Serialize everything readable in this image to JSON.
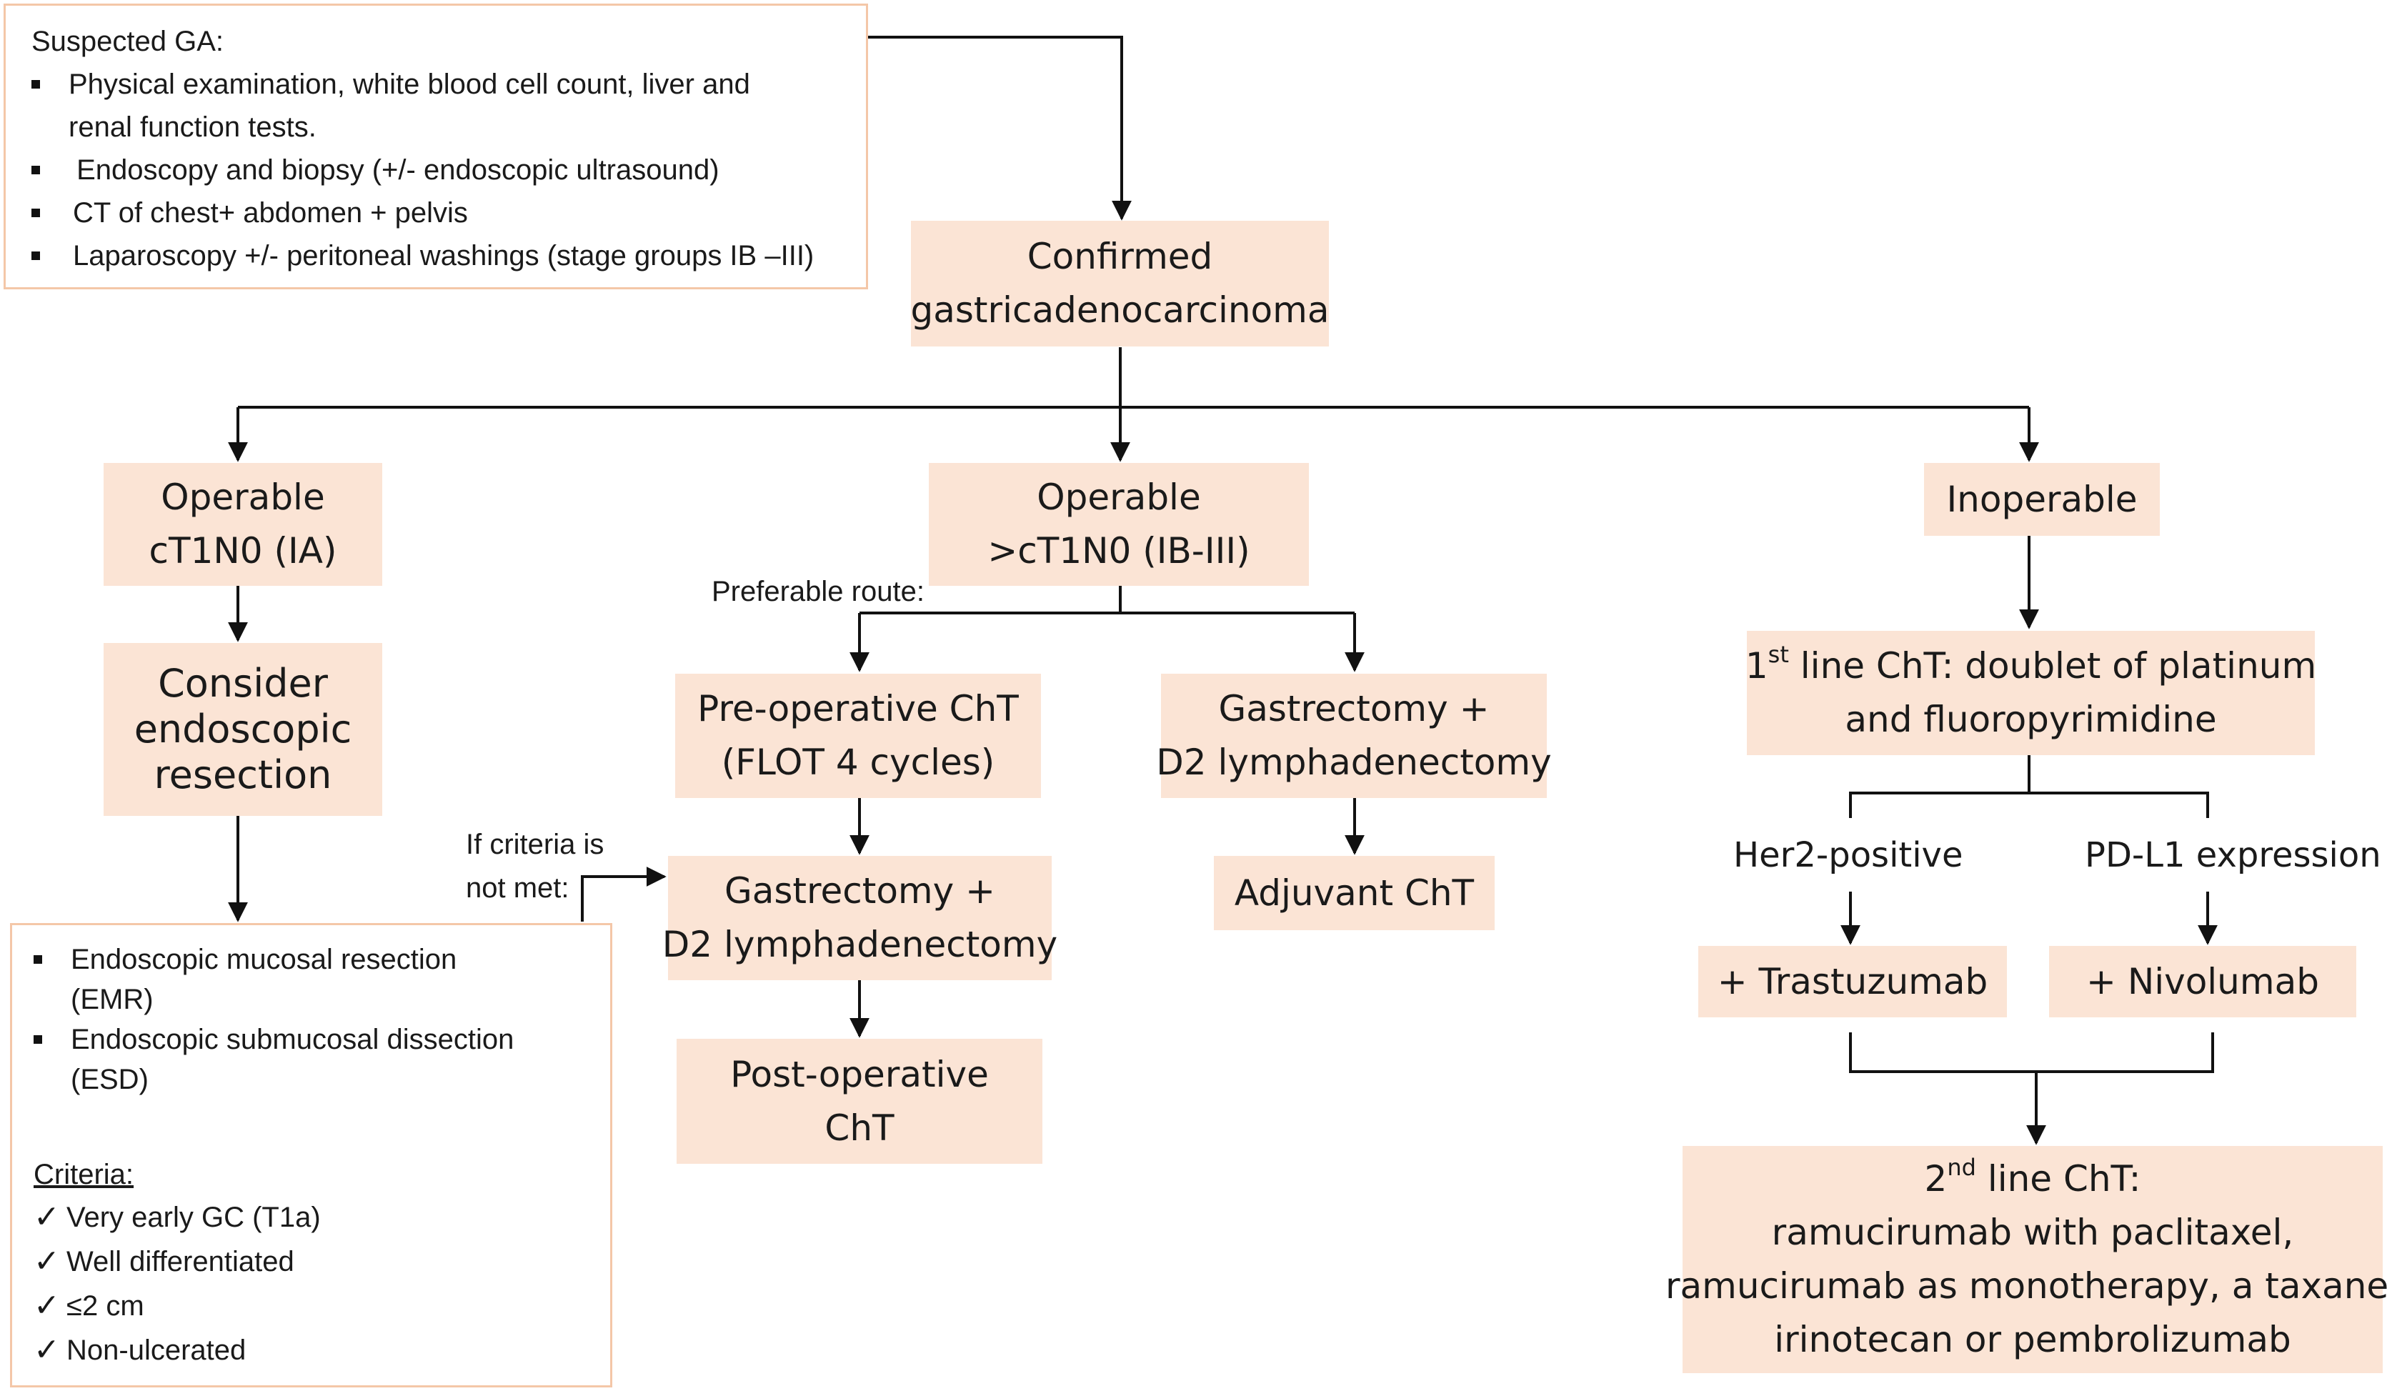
{
  "colors": {
    "box_fill": "#fbe4d5",
    "panel_border": "#f4c7a8",
    "line": "#111111"
  },
  "suspected": {
    "title": "Suspected GA:",
    "items": [
      [
        "Physical examination, white blood cell count, liver and",
        "renal function tests."
      ],
      [
        " Endoscopy and biopsy (+/- endoscopic ultrasound)"
      ],
      [
        "CT of chest+ abdomen + pelvis"
      ],
      [
        "Laparoscopy +/- peritoneal washings (stage groups IB –III)"
      ]
    ]
  },
  "confirmed": {
    "lines": [
      "Confirmed",
      "gastricadenocarcinoma"
    ]
  },
  "operable_ia": {
    "lines": [
      "Operable",
      "cT1N0 (IA)"
    ]
  },
  "operable_ib": {
    "lines": [
      "Operable",
      ">cT1N0 (IB-III)"
    ]
  },
  "inoperable": {
    "label": "Inoperable"
  },
  "endoscopic": {
    "lines": [
      "Consider",
      "endoscopic",
      "resection"
    ]
  },
  "endo_panel": {
    "items": [
      [
        "Endoscopic mucosal resection",
        "(EMR)"
      ],
      [
        "Endoscopic submucosal dissection",
        "(ESD)"
      ]
    ],
    "criteria_title": "Criteria:",
    "checkmark": "✓",
    "criteria": [
      "Very early GC (T1a)",
      "Well differentiated",
      "≤2 cm",
      "Non-ulcerated"
    ]
  },
  "preferable_route": "Preferable route:",
  "criteria_not_met": [
    "If criteria is",
    "not met:"
  ],
  "preop": {
    "lines": [
      "Pre-operative ChT",
      "(FLOT 4 cycles)"
    ]
  },
  "gastrectomy_right": {
    "lines": [
      "Gastrectomy +",
      "D2 lymphadenectomy"
    ]
  },
  "gastrectomy_mid": {
    "lines": [
      "Gastrectomy +",
      "D2 lymphadenectomy"
    ]
  },
  "adjuvant": {
    "label": "Adjuvant ChT"
  },
  "postop": {
    "lines": [
      "Post-operative",
      "ChT"
    ]
  },
  "first_line": {
    "ordinal": "1",
    "sup": "st",
    "line1_rest": " line ChT: doublet of platinum",
    "line2": "and fluoropyrimidine"
  },
  "her2": "Her2-positive",
  "pdl1": "PD-L1 expression",
  "trastuzumab": {
    "label": "+ Trastuzumab"
  },
  "nivolumab": {
    "label": "+ Nivolumab"
  },
  "second_line": {
    "ordinal": "2",
    "sup": "nd",
    "line1_rest": " line ChT:",
    "lines": [
      "ramucirumab with paclitaxel,",
      "ramucirumab as monotherapy, a taxane,",
      "irinotecan or pembrolizumab"
    ]
  }
}
